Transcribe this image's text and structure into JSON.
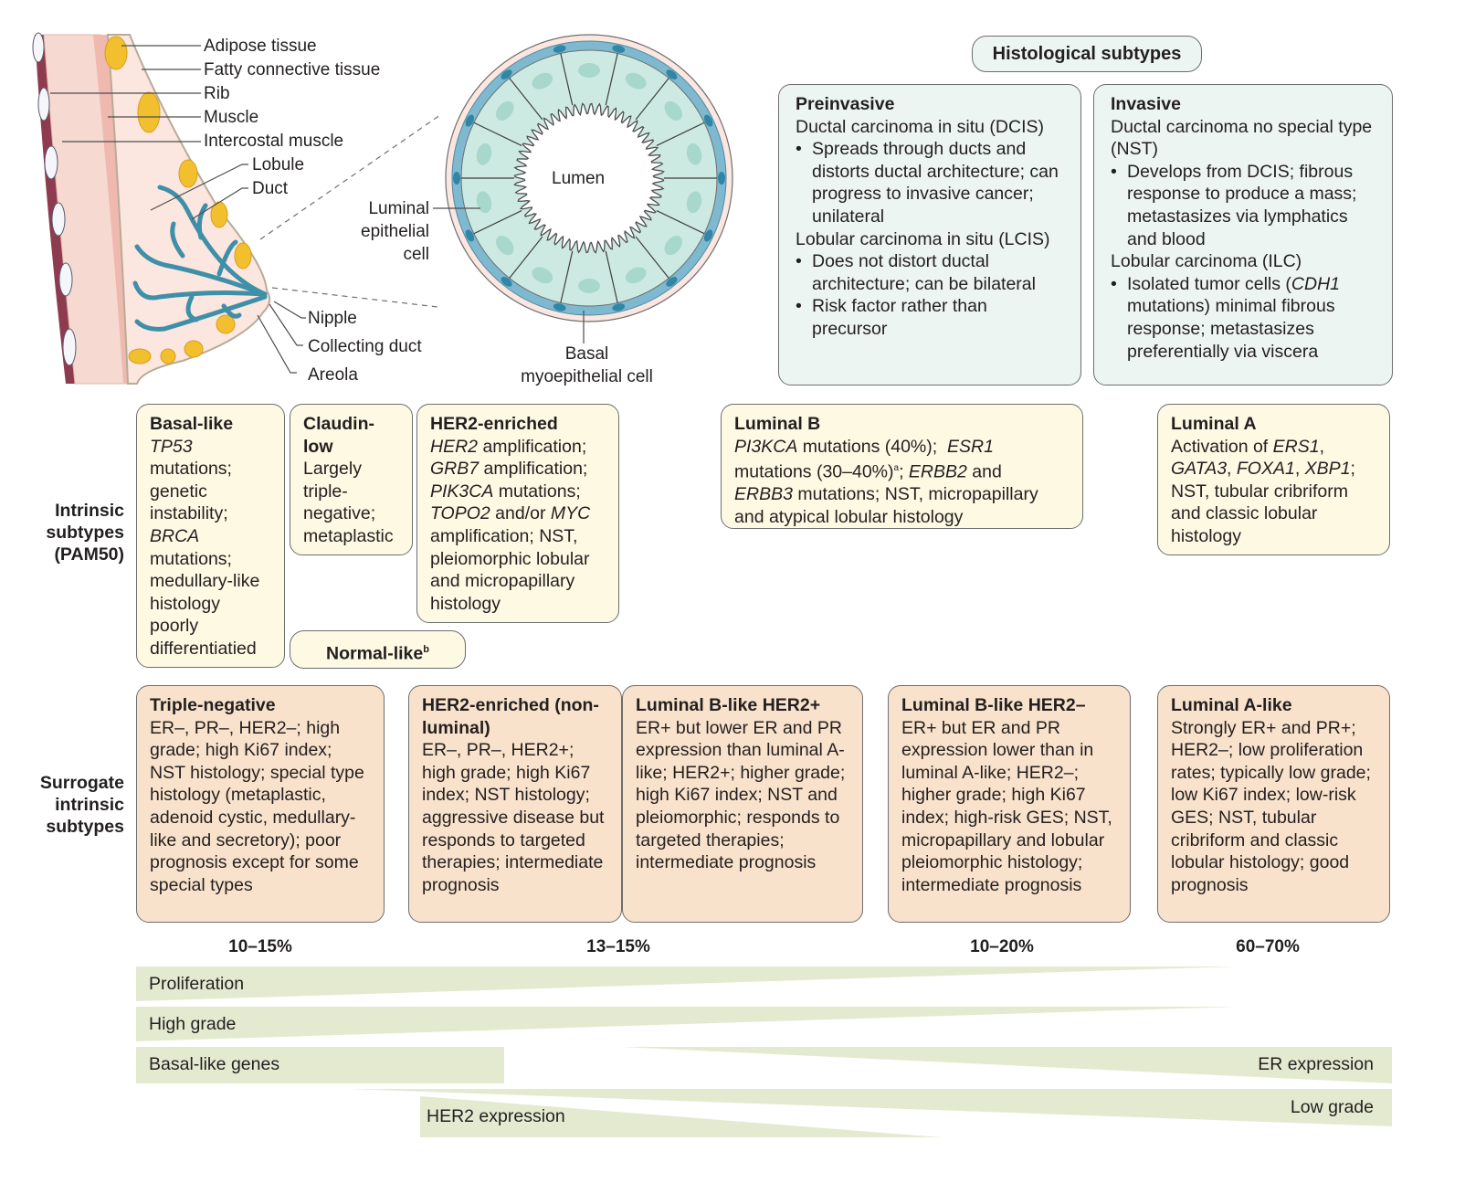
{
  "anatomy": {
    "breast_labels": [
      "Adipose tissue",
      "Fatty connective tissue",
      "Rib",
      "Muscle",
      "Intercostal muscle",
      "Lobule",
      "Duct",
      "Nipple",
      "Collecting duct",
      "Areola"
    ],
    "duct_cross_section": {
      "center_label": "Lumen",
      "luminal_label": [
        "Luminal",
        "epithelial",
        "cell"
      ],
      "basal_label": [
        "Basal",
        "myoepithelial cell"
      ]
    },
    "colors": {
      "skin": "#f9e4dd",
      "muscle": "#f3c8bf",
      "rib_band": "#8e3b4f",
      "fat": "#f2c02f",
      "duct": "#3f8fa8",
      "epithelium": "#cdeae2",
      "myoepithelium": "#7fb9d0"
    }
  },
  "histological": {
    "title": "Histological subtypes",
    "preinvasive": {
      "title": "Preinvasive",
      "dcis": "Ductal carcinoma in situ (DCIS)",
      "dcis_bullet": "Spreads through ducts and distorts ductal architecture; can progress to invasive cancer; unilateral",
      "lcis": "Lobular carcinoma in situ (LCIS)",
      "lcis_bullet_1": "Does not distort ductal architecture; can be bilateral",
      "lcis_bullet_2": "Risk factor rather than precursor"
    },
    "invasive": {
      "title": "Invasive",
      "nst": "Ductal carcinoma no special type (NST)",
      "nst_bullet": "Develops from DCIS; fibrous response to produce a mass; metastasizes via lymphatics and blood",
      "ilc": "Lobular carcinoma (ILC)",
      "ilc_bullet_pre": "Isolated tumor cells (",
      "ilc_bullet_gene": "CDH1",
      "ilc_bullet_post": " mutations) minimal fibrous response; metastasizes preferentially via viscera"
    }
  },
  "intrinsic": {
    "row_label": [
      "Intrinsic",
      "subtypes",
      "(PAM50)"
    ],
    "basal": {
      "title": "Basal-like",
      "g1": "TP53",
      "t1": " mutations; genetic instability; ",
      "g2": "BRCA",
      "t2": " mutations; medullary-like histology poorly differentiatied"
    },
    "claudin": {
      "title": "Claudin-low",
      "text": "Largely triple-negative; metaplastic"
    },
    "her2": {
      "title": "HER2-enriched",
      "g1": "HER2",
      "t1": " amplification; ",
      "g2": "GRB7",
      "t2": " amplification; ",
      "g3": "PIK3CA",
      "t3": " mutations; ",
      "g4": "TOPO2",
      "t4": " and/or ",
      "g5": "MYC",
      "t5": " amplification; NST, pleiomorphic lobular and micropapillary histology"
    },
    "normal": {
      "title": "Normal-like",
      "sup": "b"
    },
    "lumb": {
      "title": "Luminal B",
      "g1": "PI3KCA",
      "t1": " mutations (40%);  ",
      "g2": "ESR1",
      "t2": " mutations (30–40%)",
      "sup": "a",
      "t3": "; ",
      "g3": "ERBB2",
      "t4": " and ",
      "g4": "ERBB3",
      "t5": " mutations; NST, micropapillary and atypical lobular histology"
    },
    "luma": {
      "title": "Luminal A",
      "t1": "Activation of ",
      "g1": "ERS1",
      "t2": ", ",
      "g2": "GATA3",
      "t3": ", ",
      "g3": "FOXA1",
      "t4": ", ",
      "g4": "XBP1",
      "t5": "; NST, tubular cribriform and classic lobular histology"
    }
  },
  "surrogate": {
    "row_label": [
      "Surrogate",
      "intrinsic",
      "subtypes"
    ],
    "boxes": [
      {
        "title": "Triple-negative",
        "text": "ER–, PR–, HER2–; high grade; high Ki67 index; NST histology; special type histology (metaplastic, adenoid cystic, medullary-like and secretory); poor prognosis except for some special types"
      },
      {
        "title": "HER2-enriched (non-luminal)",
        "text": "ER–, PR–, HER2+; high grade; high Ki67 index; NST histology; aggressive disease but responds to targeted therapies; intermediate prognosis"
      },
      {
        "title": "Luminal B-like HER2+",
        "text": "ER+ but lower ER and PR expression than luminal A-like; HER2+; higher grade; high Ki67 index; NST and pleiomorphic; responds to targeted therapies; intermediate prognosis"
      },
      {
        "title": "Luminal B-like HER2–",
        "text": "ER+ but ER and PR expression lower than in luminal A-like; HER2–; higher grade; high Ki67 index; high-risk GES; NST, micropapillary and lobular pleiomorphic histology; intermediate prognosis"
      },
      {
        "title": "Luminal A-like",
        "text": "Strongly ER+ and PR+; HER2–; low proliferation rates; typically low grade; low Ki67 index; low-risk GES; NST, tubular cribriform and classic lobular histology; good prognosis"
      }
    ]
  },
  "percentages": [
    "10–15%",
    "13–15%",
    "10–20%",
    "60–70%"
  ],
  "gradients": {
    "color": "#e4ead0",
    "items": [
      {
        "label": "Proliferation",
        "direction": "decreasing"
      },
      {
        "label": "High grade",
        "direction": "decreasing"
      },
      {
        "label": "Basal-like genes",
        "direction": "constant-left"
      },
      {
        "label": "ER expression",
        "direction": "increasing"
      },
      {
        "label": "Low grade",
        "direction": "increasing"
      },
      {
        "label": "HER2 expression",
        "direction": "decreasing-middle"
      }
    ]
  }
}
